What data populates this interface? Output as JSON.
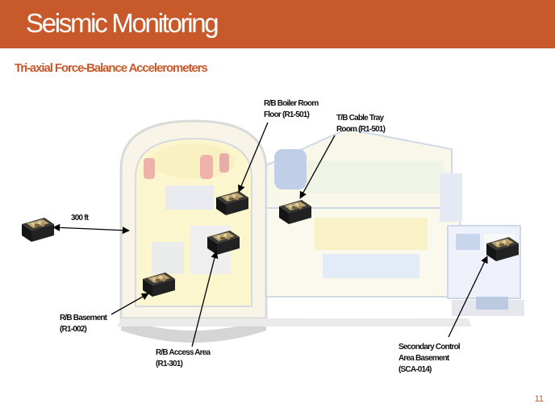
{
  "slide": {
    "title": "Seismic Monitoring",
    "subtitle": "Tri-axial Force-Balance Accelerometers",
    "page_number": "11",
    "accent_color": "#c8592a"
  },
  "annotations": {
    "distance": "300 ft",
    "boiler_room": [
      "R/B Boiler Room",
      "Floor (R1-501)"
    ],
    "cable_tray": [
      "T/B Cable Tray",
      "Room (R1-501)"
    ],
    "basement": [
      "R/B Basement",
      "(R1-002)"
    ],
    "access_area": [
      "R/B Access Area",
      "(R1-301)"
    ],
    "secondary_control": [
      "Secondary Control",
      "Area Basement",
      "(SCA-014)"
    ]
  },
  "illustration": {
    "image": "faded-plant-cutaway",
    "sensor_icon": "accelerometer-box-icon",
    "sensor_count": 6
  }
}
